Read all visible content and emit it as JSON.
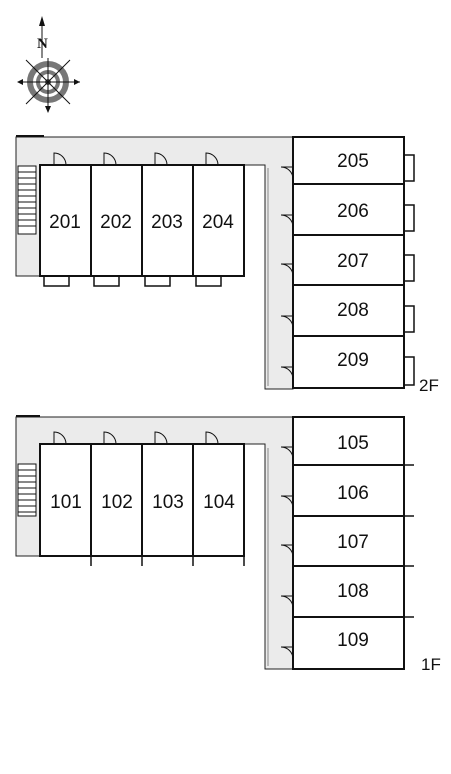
{
  "compass": {
    "label": "N",
    "icon": "compass-rose-icon"
  },
  "floors": [
    {
      "label": "2F",
      "west_rooms": [
        "201",
        "202",
        "203",
        "204"
      ],
      "east_rooms": [
        "205",
        "206",
        "207",
        "208",
        "209"
      ]
    },
    {
      "label": "1F",
      "west_rooms": [
        "101",
        "102",
        "103",
        "104"
      ],
      "east_rooms": [
        "105",
        "106",
        "107",
        "108",
        "109"
      ]
    }
  ],
  "colors": {
    "corridor": "#ebebeb",
    "wall": "#111111",
    "background": "#ffffff"
  }
}
